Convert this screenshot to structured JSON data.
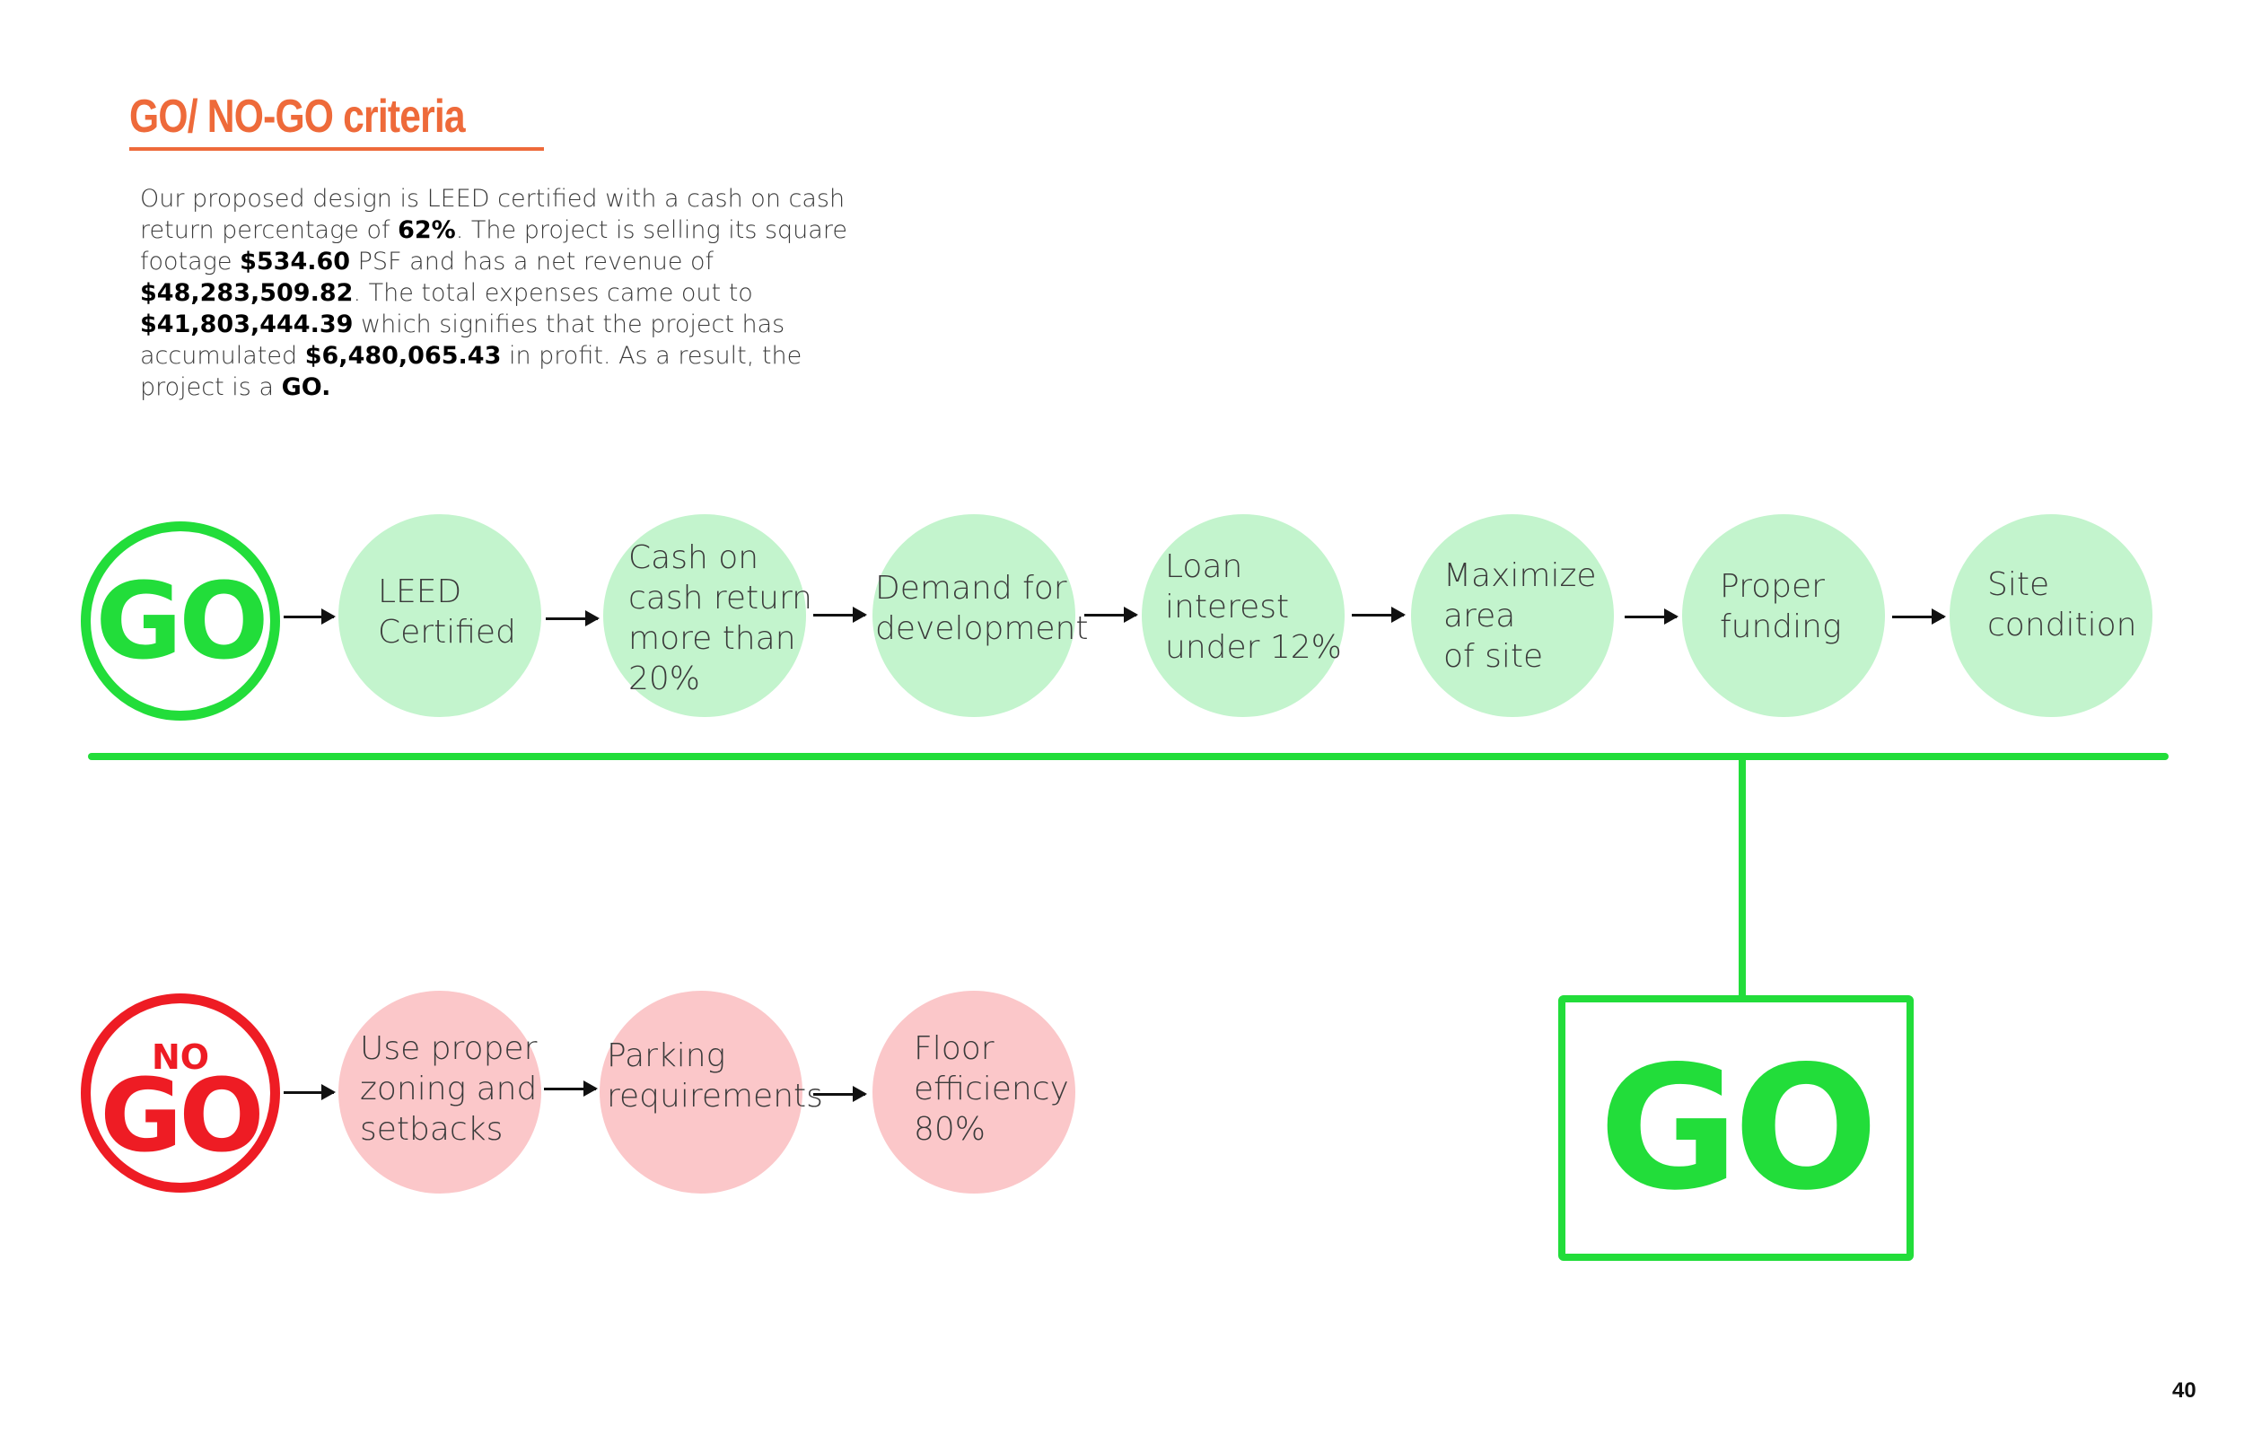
{
  "title": "GO/ NO-GO criteria",
  "intro": {
    "p1": "Our proposed design is LEED certified with a cash on cash return percentage of ",
    "b1": "62%",
    "p2": ". The project is selling its square footage ",
    "b2": "$534.60",
    "p3": " PSF and has a net revenue of ",
    "b3": "$48,283,509.82",
    "p4": ". The total expenses came out to ",
    "b4": "$41,803,444.39",
    "p5": " which signifies that the project has accumulated ",
    "b5": "$6,480,065.43",
    "p6": " in profit. As a result, the project is a ",
    "b6": "GO."
  },
  "go_badge": "GO",
  "nogo_badge": {
    "no": "NO",
    "go": "GO"
  },
  "go_criteria": [
    "LEED\nCertified",
    "Cash on\ncash return\nmore than\n20%",
    "Demand for\ndevelopment",
    "Loan\ninterest\nunder 12%",
    "Maximize\narea\nof site",
    "Proper\nfunding",
    "Site\ncondition"
  ],
  "nogo_criteria": [
    "Use proper\nzoning and\nsetbacks",
    "Parking\nrequirements",
    "Floor\nefficiency\n80%"
  ],
  "result": "GO",
  "page_number": "40",
  "colors": {
    "go_green": "#22dd3a",
    "go_fill": "#c3f4cd",
    "nogo_red": "#ee1c24",
    "nogo_fill": "#fbc7c9",
    "title_orange": "#ee6a3a"
  }
}
